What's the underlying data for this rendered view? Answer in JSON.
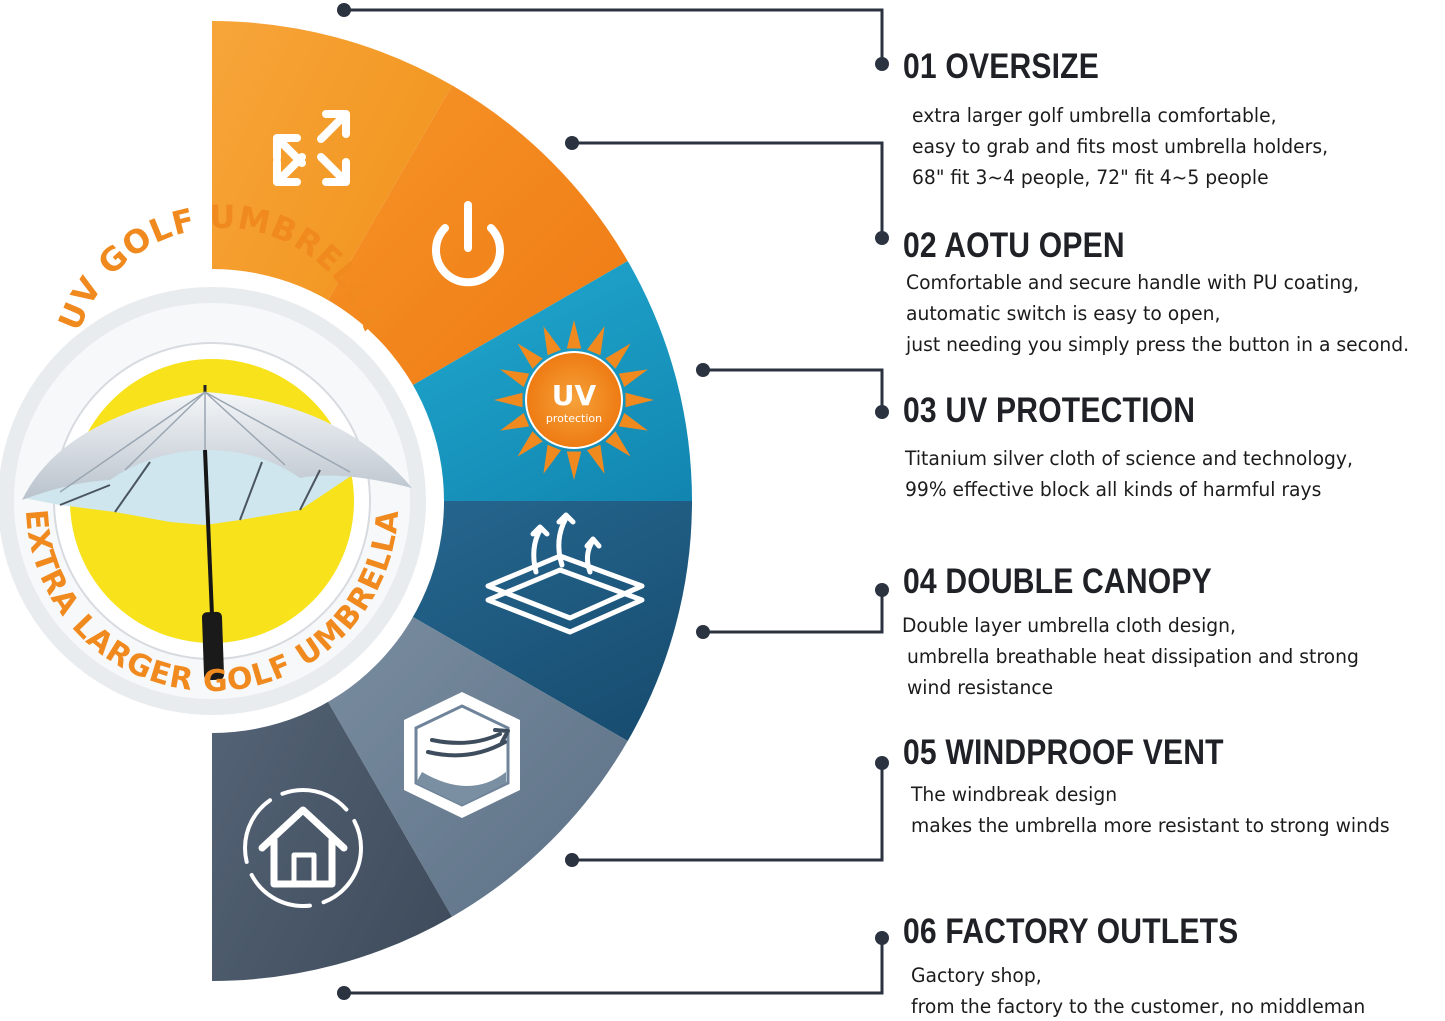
{
  "ring": {
    "top_text": "UV GOLF UMBRELLA",
    "bottom_text": "EXTRA LARGER GOLF UMBRELLA"
  },
  "features": [
    {
      "number": "01",
      "title": "01 OVERSIZE",
      "icon": "expand-arrows-icon",
      "color": "#f39a1d",
      "lines": [
        "extra larger golf umbrella comfortable,",
        "easy to grab and fits most umbrella holders,",
        "68\" fit 3~4 people, 72\" fit 4~5 people"
      ]
    },
    {
      "number": "02",
      "title": "02 AOTU OPEN",
      "icon": "power-icon",
      "color": "#f47f14",
      "lines": [
        "Comfortable and secure handle with PU coating,",
        "automatic switch is easy to open,",
        "just needing you simply press the button in a second."
      ]
    },
    {
      "number": "03",
      "title": "03 UV PROTECTION",
      "icon": "uv-sun-icon",
      "color": "#1a9cc4",
      "lines": [
        "Titanium silver cloth of science and technology,",
        "99% effective block all kinds of harmful rays"
      ]
    },
    {
      "number": "04",
      "title": "04 DOUBLE CANOPY",
      "icon": "breathable-layers-icon",
      "color": "#1e5a80",
      "lines": [
        "Double layer umbrella cloth design,",
        "umbrella breathable heat dissipation and strong",
        "wind resistance"
      ]
    },
    {
      "number": "05",
      "title": "05 WINDPROOF VENT",
      "icon": "wind-vent-icon",
      "color": "#6f849a",
      "lines": [
        "The windbreak design",
        "makes the umbrella more resistant to strong winds"
      ]
    },
    {
      "number": "06",
      "title": "06 FACTORY OUTLETS",
      "icon": "house-icon",
      "color": "#4b5a6c",
      "lines": [
        "Gactory shop,",
        "from the factory to the customer, no middleman"
      ]
    }
  ],
  "uv_badge": {
    "big": "UV",
    "small": "protection"
  },
  "colors": {
    "ring_text": "#f08a1f",
    "connector": "#2b3240",
    "umbrella_yellow": "#f7e21c",
    "umbrella_silver": "#dde2e8"
  }
}
